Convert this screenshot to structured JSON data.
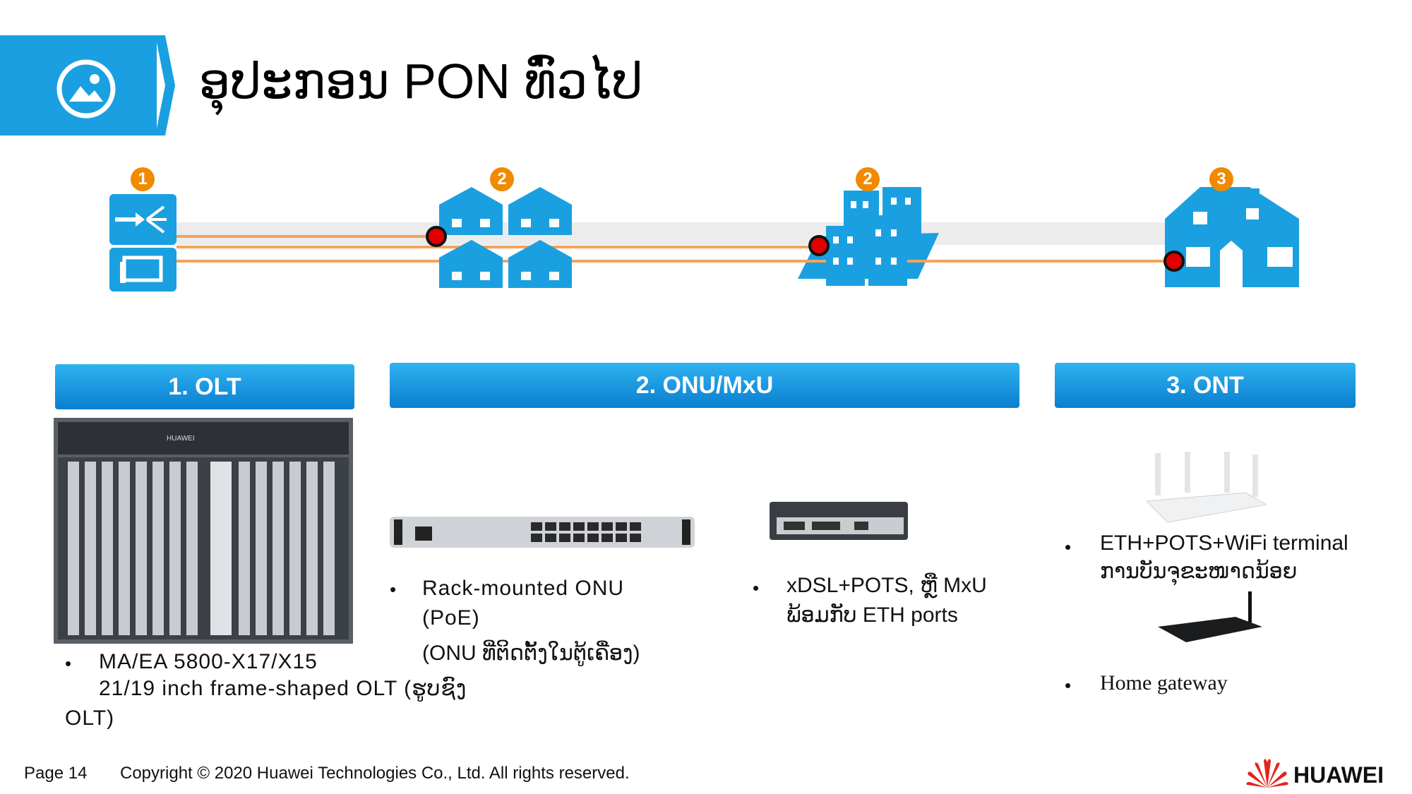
{
  "header": {
    "title": "ອຸປະກອນ PON ທົ່ວໄປ",
    "icon": "image-icon"
  },
  "diagram": {
    "markers": [
      "1",
      "2",
      "2",
      "3"
    ],
    "line_color": "#f5a35a",
    "dot_color": "#e00000"
  },
  "sections": {
    "olt": {
      "heading": "1. OLT",
      "bullet_line1": "MA/EA 5800-X17/X15",
      "bullet_line2": "21/19 inch frame-shaped OLT (ຮູບຊົງ",
      "bullet_line3": "OLT)"
    },
    "onu": {
      "heading": "2. ONU/MxU",
      "rack_line1": "Rack-mounted ONU",
      "rack_line2": "(PoE)",
      "rack_line3": "(ONU ທີ່ຕິດຕັ້ງໃນຕູ້ເຄື່ອງ)",
      "xdsl_line1": "xDSL+POTS, ຫຼື MxU",
      "xdsl_line2": "ພ້ອມກັບ ETH ports"
    },
    "ont": {
      "heading": "3. ONT",
      "wifi_line1": "ETH+POTS+WiFi terminal",
      "wifi_line2": "ການບັນຈຸຂະໜາດນ້ອຍ",
      "gateway": "Home gateway"
    }
  },
  "footer": {
    "page": "Page 14",
    "copyright": "Copyright © 2020 Huawei Technologies Co., Ltd. All rights reserved.",
    "brand": "HUAWEI"
  },
  "colors": {
    "accent": "#1aa0e0",
    "orange": "#f08a00",
    "brand_red": "#e3231b"
  }
}
